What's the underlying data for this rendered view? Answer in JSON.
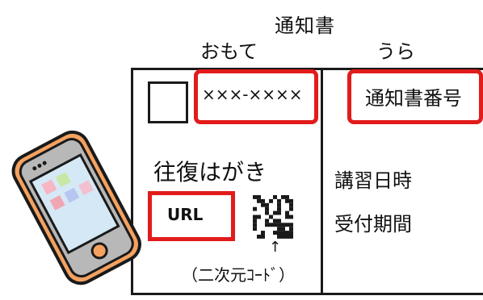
{
  "header": {
    "title": "通知書",
    "front_label": "おもて",
    "back_label": "うら"
  },
  "front": {
    "postal_code": "×××-××××",
    "postcard_label": "往復はがき",
    "url_label": "URL",
    "qr_arrow": "↑",
    "qr_caption": "（二次元ｺｰﾄﾞ）"
  },
  "back": {
    "notice_number_label": "通知書番号",
    "lecture_datetime_label": "講習日時",
    "reception_period_label": "受付期間"
  },
  "colors": {
    "highlight": "#e21b1b",
    "phone_case": "#f4a261",
    "outline": "#1a1a1a"
  },
  "icons": {
    "phone": "smartphone-icon",
    "qr": "qr-code-icon"
  }
}
